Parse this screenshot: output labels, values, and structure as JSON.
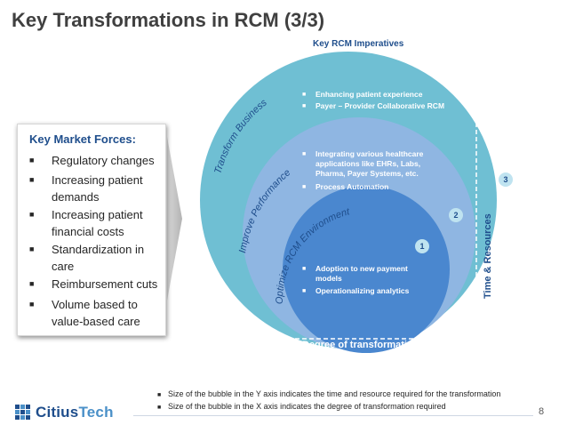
{
  "title": "Key Transformations in RCM (3/3)",
  "market_forces": {
    "heading": "Key Market Forces:",
    "items": [
      "Regulatory changes",
      "Increasing patient demands",
      "Increasing patient financial costs",
      "Standardization in care",
      "Reimbursement cuts",
      "Volume based to value-based care"
    ]
  },
  "diagram": {
    "heading": "Key RCM Imperatives",
    "arc_labels": {
      "outer": "Transform Business",
      "middle": "Improve Performance",
      "inner": "Optimize RCM Environment"
    },
    "outer_items": [
      "Enhancing patient experience",
      "Payer – Provider Collaborative RCM"
    ],
    "middle_items": [
      "Integrating various healthcare applications like EHRs, Labs, Pharma, Payer Systems, etc.",
      "Process Automation"
    ],
    "inner_items": [
      "Adoption to new payment models",
      "Operationalizing analytics"
    ],
    "badges": [
      "1",
      "2",
      "3"
    ],
    "y_axis_label": "Time & Resources",
    "x_axis_label": "Degree of transformation",
    "colors": {
      "outer": "#6fbfd3",
      "middle": "#8fb6e2",
      "inner": "#4a87cf",
      "text_heading": "#1f4e8c"
    }
  },
  "notes": [
    "Size of the bubble in the Y axis indicates the time and resource required for the transformation",
    "Size of the bubble in the X axis indicates the degree of transformation required"
  ],
  "footer": {
    "logo_part1": "Citius",
    "logo_part2": "Tech",
    "page_number": "8"
  }
}
